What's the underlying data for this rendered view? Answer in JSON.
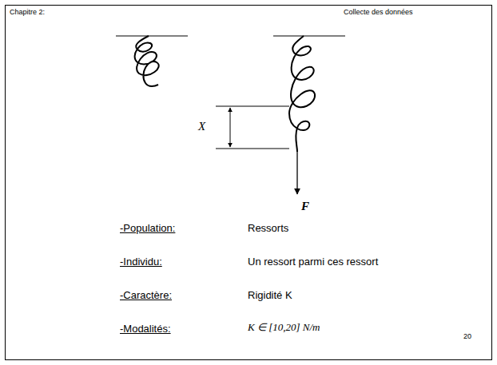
{
  "diagram": {
    "labels": [
      "Chapitre 2:",
      "Collecte des données",
      "X",
      "F",
      "-Population:",
      "Ressorts",
      "-Individu:",
      "Un ressort parmi ces ressort",
      "-Caractère:",
      "Rigidité K",
      "-Modalités:",
      "K ∈ [10,20] N/m",
      "20"
    ]
  }
}
